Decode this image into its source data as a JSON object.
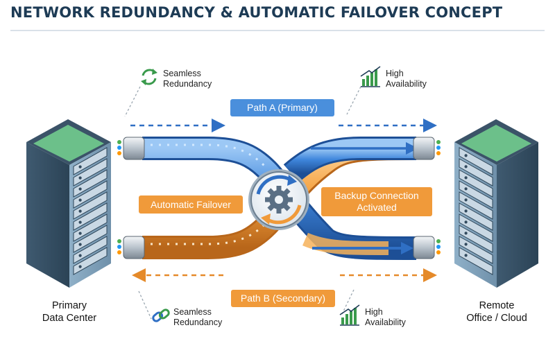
{
  "title": "NETWORK REDUNDANCY & AUTOMATIC FAILOVER CONCEPT",
  "colors": {
    "primary_path": "#3f7fd6",
    "secondary_path": "#f0a040",
    "label_blue": "#4a8fdc",
    "label_orange": "#f09a3a",
    "server_body": "#5b7c95",
    "server_top": "#5fb37a",
    "title": "#1d3b55"
  },
  "paths": {
    "primary_label": "Path A (Primary)",
    "secondary_label": "Path B (Secondary)"
  },
  "failover": {
    "left_label": "Automatic Failover",
    "right_label_line1": "Backup Connection",
    "right_label_line2": "Activated",
    "hub_icon": "gear-sync-icon"
  },
  "features": {
    "top_left": {
      "icon": "sync-icon",
      "line1": "Seamless",
      "line2": "Redundancy"
    },
    "top_right": {
      "icon": "bar-chart-icon",
      "line1": "High",
      "line2": "Availability"
    },
    "bottom_left": {
      "icon": "link-icon",
      "line1": "Seamless",
      "line2": "Redundancy"
    },
    "bottom_right": {
      "icon": "bar-chart-icon",
      "line1": "High",
      "line2": "Availability"
    }
  },
  "endpoints": {
    "left": {
      "icon": "server-rack-icon",
      "line1": "Primary",
      "line2": "Data Center"
    },
    "right": {
      "icon": "server-rack-icon",
      "line1": "Remote",
      "line2": "Office / Cloud"
    }
  }
}
